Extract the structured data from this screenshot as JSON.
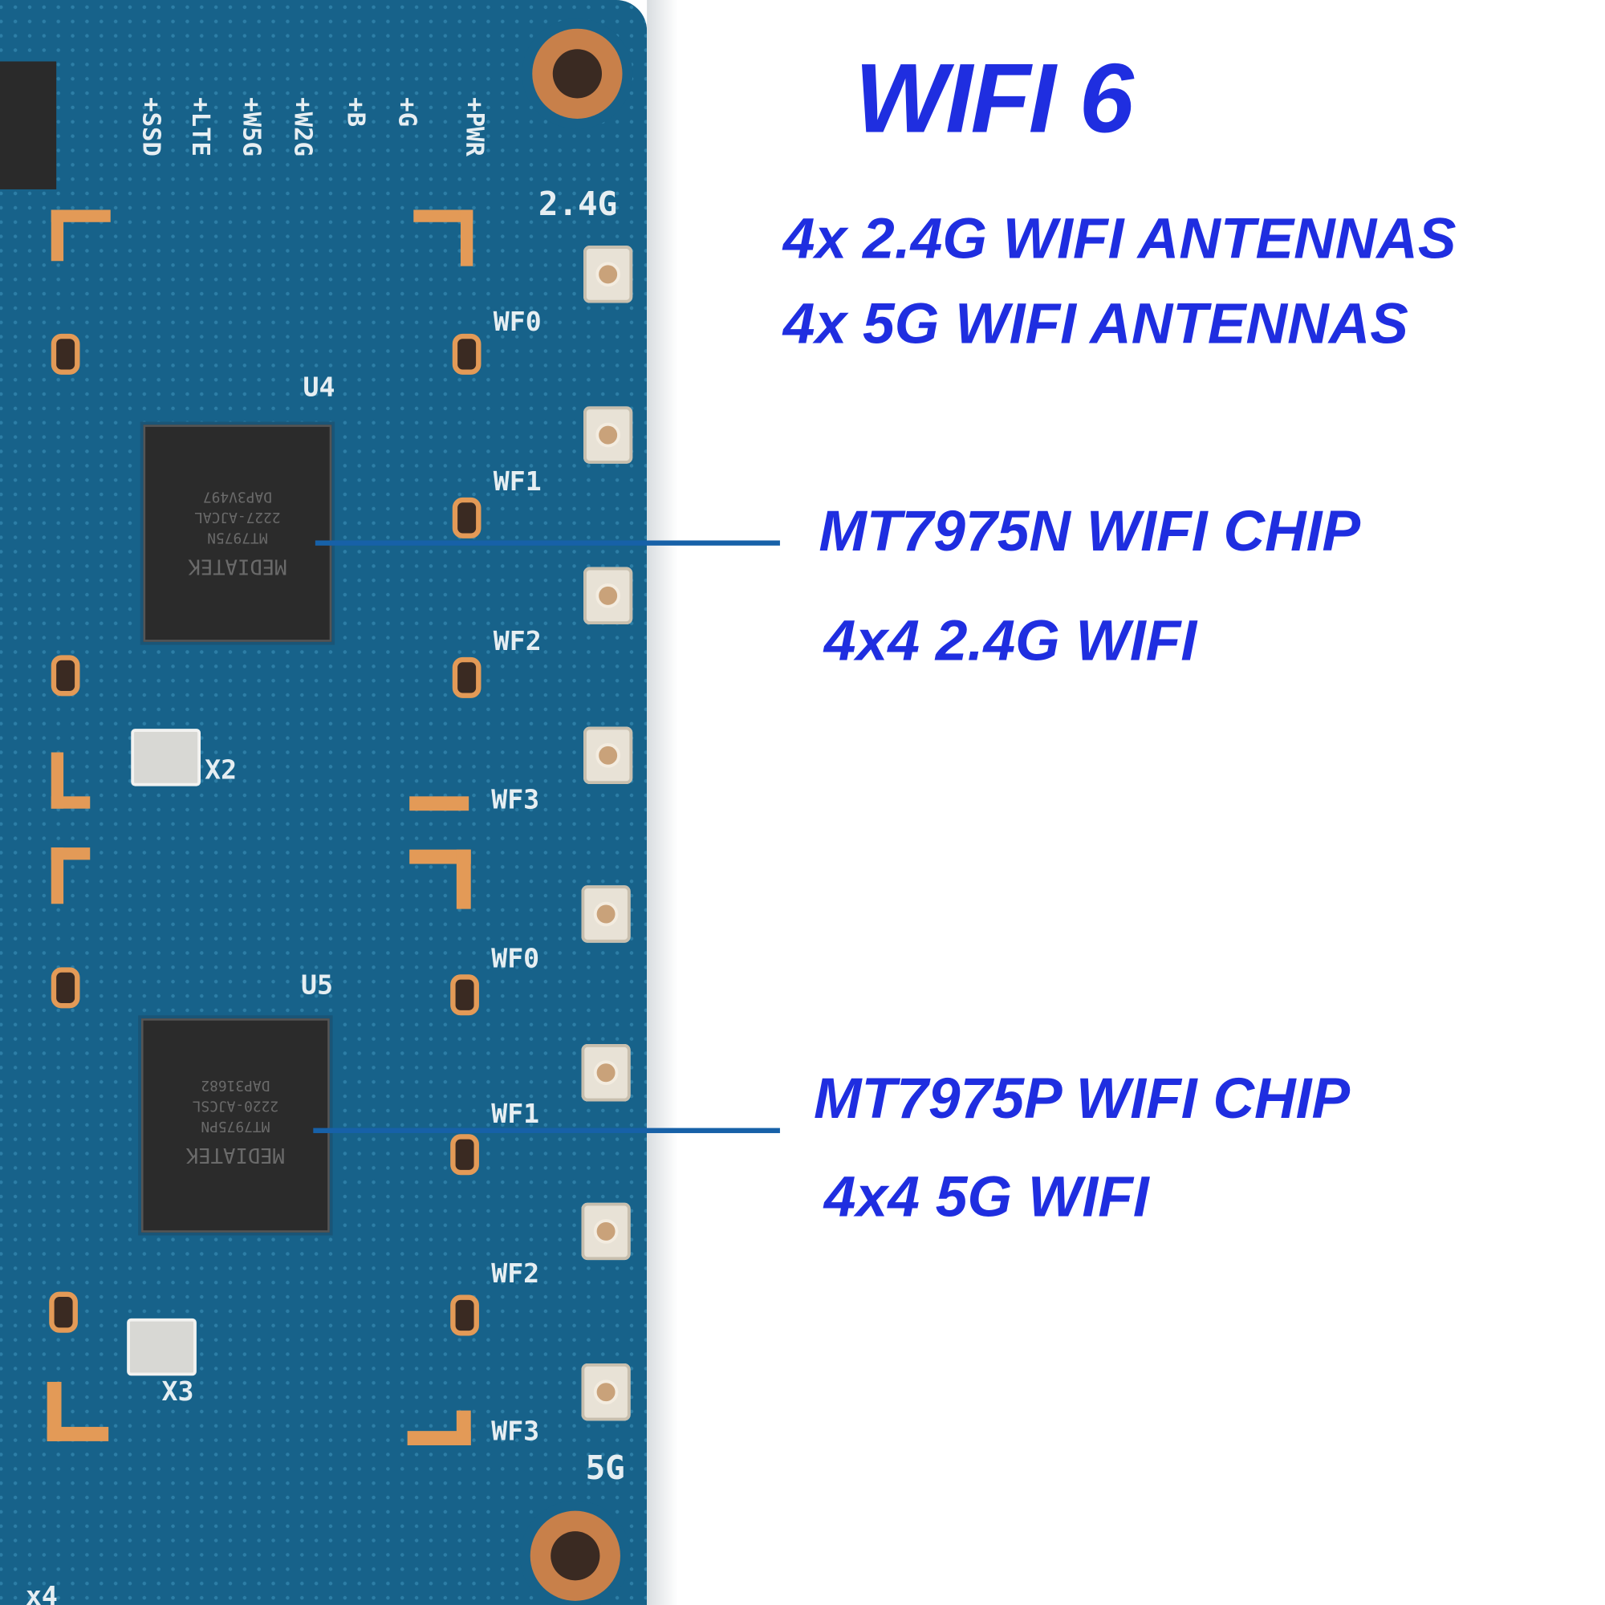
{
  "heading": "WIFI 6",
  "antennas": [
    "4x 2.4G WIFI ANTENNAS",
    "4x 5G WIFI ANTENNAS"
  ],
  "chip1": {
    "name": "MT7975N WIFI CHIP",
    "desc": "4x4 2.4G WIFI",
    "marking": [
      "DAP3V497",
      "2227-AJCAL",
      "MT7975N",
      "MEDIATEK"
    ],
    "ref": "U4"
  },
  "chip2": {
    "name": "MT7975P WIFI CHIP",
    "desc": "4x4 5G WIFI",
    "marking": [
      "DAP31682",
      "2220-AJCSL",
      "MT7975PN",
      "MEDIATEK"
    ],
    "ref": "U5"
  },
  "silkscreen": {
    "leds": [
      "+SSD",
      "+LTE",
      "+W5G",
      "+W2G",
      "+B",
      "+G",
      "+PWR"
    ],
    "band_top": "2.4G",
    "band_bottom": "5G",
    "ports": [
      "WF0",
      "WF1",
      "WF2",
      "WF3",
      "WF0",
      "WF1",
      "WF2",
      "WF3"
    ],
    "crystals": [
      "X2",
      "X3"
    ],
    "corner": "x4"
  },
  "colors": {
    "text": "#1f2ee0",
    "board": "#17628a",
    "pointer": "#1761a8"
  }
}
